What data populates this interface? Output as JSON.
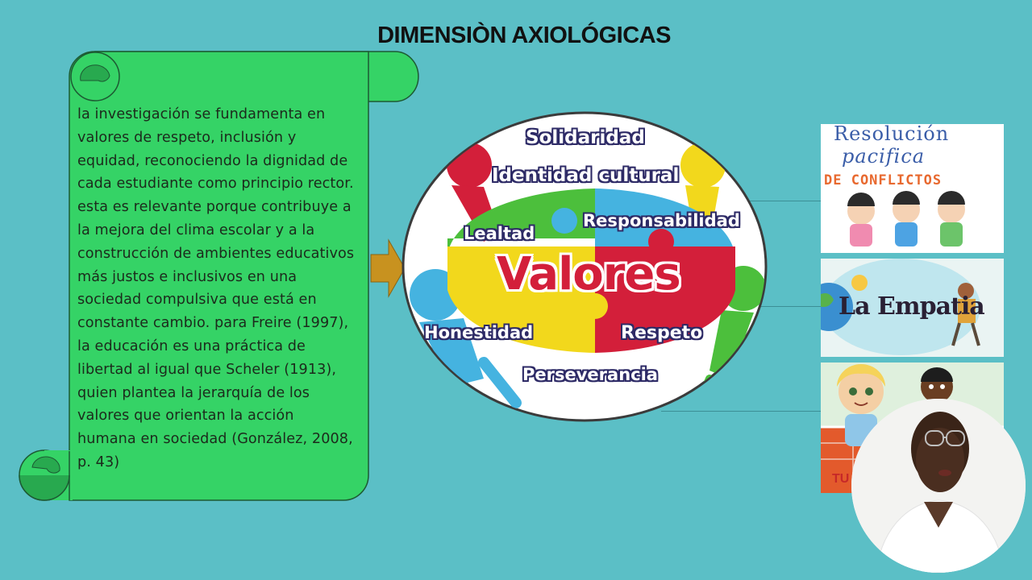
{
  "slide": {
    "title": "DIMENSIÒN AXIOLÓGICAS",
    "scroll_text": "la investigación se fundamenta en valores de respeto, inclusión y equidad, reconociendo la dignidad de cada estudiante como principio rector. esta es relevante porque contribuye a la mejora del clima escolar y a la construcción de ambientes educativos más justos e inclusivos en una sociedad compulsiva que está en constante cambio. para Freire (1997), la educación es una práctica de libertad al igual que Scheler (1913), quien plantea la jerarquía de los valores que orientan la acción humana en sociedad (González, 2008, p. 43)",
    "center_word": "Valores",
    "values": {
      "solidaridad": "Solidaridad",
      "identidad": "Identidad cultural",
      "lealtad": "Lealtad",
      "responsabilidad": "Responsabilidad",
      "honestidad": "Honestidad",
      "respeto": "Respeto",
      "perseverancia": "Perseverancia"
    },
    "cards": {
      "conflict_line1": "Resolución",
      "conflict_line2": "pacifica",
      "conflict_line3": "DE CONFLICTOS",
      "empathy": "La Empatia",
      "third_partial": "TU"
    },
    "colors": {
      "background": "#5bbfc6",
      "scroll": "#35d366",
      "arrow": "#c8921f",
      "puzzle_green": "#4cbf3c",
      "puzzle_blue": "#45b3e0",
      "puzzle_yellow": "#f2d81c",
      "puzzle_red": "#d31f3a"
    }
  }
}
